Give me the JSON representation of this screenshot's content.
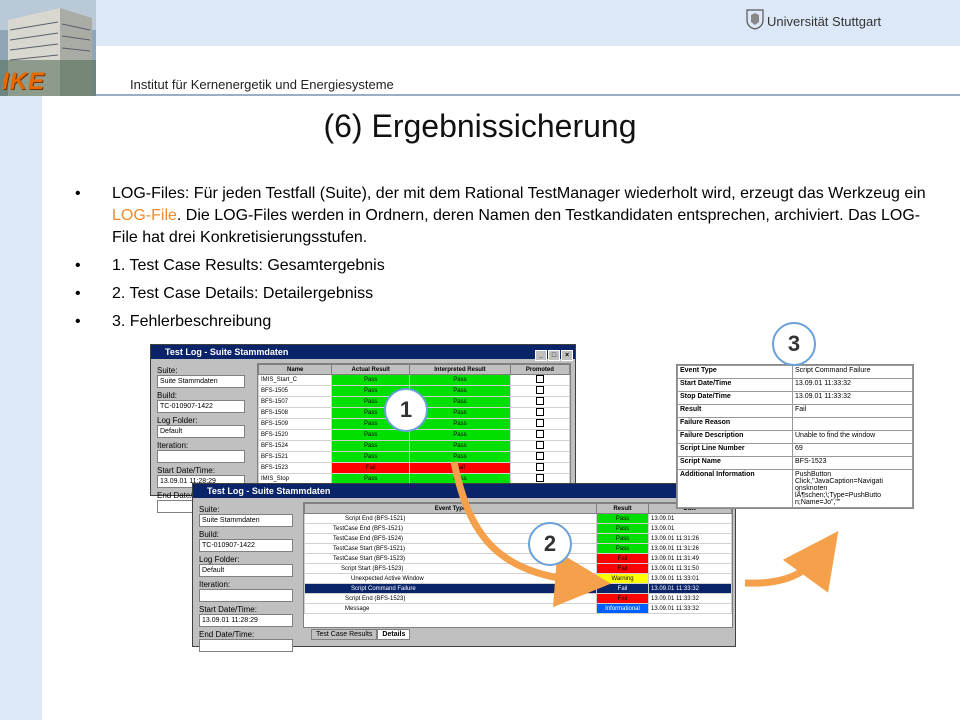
{
  "header": {
    "university": "Universität Stuttgart",
    "institute": "Institut für Kernenergetik und Energiesysteme",
    "logo": "IKE"
  },
  "title": "(6) Ergebnissicherung",
  "bullets": [
    {
      "parts": [
        "LOG-Files: Für jeden Testfall (Suite), der mit dem Rational TestManager wiederholt wird, erzeugt das Werkzeug ein ",
        "LOG-File",
        ". Die LOG-Files werden in Ordnern, deren Namen den Testkandidaten entsprechen, archiviert. Das LOG-File hat drei Konkretisierungsstufen."
      ]
    },
    {
      "text": "1. Test Case Results: Gesamtergebnis"
    },
    {
      "text": "2. Test Case Details: Detailergebniss"
    },
    {
      "text": "3. Fehlerbeschreibung"
    }
  ],
  "colors": {
    "accent": "#f08a2a",
    "band": "#dce8f8",
    "pass": "#00e000",
    "fail": "#ff0000",
    "warning": "#ffff00",
    "informational": "#0060ff",
    "arrow": "#f5a04a"
  },
  "window1": {
    "title": "Test Log - Suite Stammdaten",
    "side": [
      {
        "label": "Suite:",
        "value": "Suite Stammdaten"
      },
      {
        "label": "Build:",
        "value": "TC-010907-1422"
      },
      {
        "label": "Log Folder:",
        "value": "Default"
      },
      {
        "label": "Iteration:",
        "value": ""
      },
      {
        "label": "Start Date/Time:",
        "value": "13.09.01 11:28:29"
      },
      {
        "label": "End Date/Time:",
        "value": ""
      }
    ],
    "headers": [
      "Name",
      "Actual Result",
      "Interpreted Result",
      "Promoted"
    ],
    "rows": [
      {
        "name": "IMIS_Start_C",
        "actual": "Pass",
        "interp": "Pass",
        "status": "pass"
      },
      {
        "name": "BFS-1505",
        "actual": "Pass",
        "interp": "Pass",
        "status": "pass"
      },
      {
        "name": "BFS-1507",
        "actual": "Pass",
        "interp": "Pass",
        "status": "pass"
      },
      {
        "name": "BFS-1508",
        "actual": "Pass",
        "interp": "Pass",
        "status": "pass"
      },
      {
        "name": "BFS-1509",
        "actual": "Pass",
        "interp": "Pass",
        "status": "pass"
      },
      {
        "name": "BFS-1520",
        "actual": "Pass",
        "interp": "Pass",
        "status": "pass"
      },
      {
        "name": "BFS-1524",
        "actual": "Pass",
        "interp": "Pass",
        "status": "pass"
      },
      {
        "name": "BFS-1521",
        "actual": "Pass",
        "interp": "Pass",
        "status": "pass"
      },
      {
        "name": "BFS-1523",
        "actual": "Fail",
        "interp": "Fail",
        "status": "fail"
      },
      {
        "name": "IMIS_Stop",
        "actual": "Pass",
        "interp": "Pass",
        "status": "pass"
      }
    ]
  },
  "window2": {
    "title": "Test Log - Suite Stammdaten",
    "side": [
      {
        "label": "Suite:",
        "value": "Suite Stammdaten"
      },
      {
        "label": "Build:",
        "value": "TC-010907-1422"
      },
      {
        "label": "Log Folder:",
        "value": "Default"
      },
      {
        "label": "Iteration:",
        "value": ""
      },
      {
        "label": "Start Date/Time:",
        "value": "13.09.01 11:28:29"
      },
      {
        "label": "End Date/Time:",
        "value": ""
      }
    ],
    "headers": [
      "Event Type",
      "Result",
      "Date"
    ],
    "rows": [
      {
        "event": "Script End (BFS-1521)",
        "result": "Pass",
        "date": "13.09.01",
        "status": "pass",
        "indent": 40
      },
      {
        "event": "TestCase End (BFS-1521)",
        "result": "Pass",
        "date": "13.09.01",
        "status": "pass",
        "indent": 28
      },
      {
        "event": "TestCase End (BFS-1524)",
        "result": "Pass",
        "date": "13.09.01 11:31:26",
        "status": "pass",
        "indent": 28
      },
      {
        "event": "TestCase Start (BFS-1521)",
        "result": "Pass",
        "date": "13.09.01 11:31:26",
        "status": "pass",
        "indent": 28
      },
      {
        "event": "TestCase Start (BFS-1523)",
        "result": "Fail",
        "date": "13.09.01 11:31:49",
        "status": "fail",
        "indent": 28
      },
      {
        "event": "Script Start (BFS-1523)",
        "result": "Fail",
        "date": "13.09.01 11:31:50",
        "status": "fail",
        "indent": 36
      },
      {
        "event": "Unexpected Active Window",
        "result": "Warning",
        "date": "13.09.01 11:33:01",
        "status": "warn",
        "indent": 46
      },
      {
        "event": "Script Command Failure",
        "result": "Fail",
        "date": "13.09.01 11:33:32",
        "status": "fail",
        "indent": 46,
        "selected": true
      },
      {
        "event": "Script End (BFS-1523)",
        "result": "Fail",
        "date": "13.09.01 11:33:32",
        "status": "fail",
        "indent": 40
      },
      {
        "event": "Message",
        "result": "Informational",
        "date": "13.09.01 11:33:32",
        "status": "info",
        "indent": 40
      }
    ],
    "tabs": [
      "Test Case Results",
      "Details"
    ]
  },
  "details": [
    {
      "key": "Event Type",
      "value": "Script Command Failure"
    },
    {
      "key": "Start Date/Time",
      "value": "13.09.01 11:33:32"
    },
    {
      "key": "Stop Date/Time",
      "value": "13.09.01 11:33:32"
    },
    {
      "key": "Result",
      "value": "Fail"
    },
    {
      "key": "Failure Reason",
      "value": ""
    },
    {
      "key": "Failure Description",
      "value": "Unable to find the window"
    },
    {
      "key": "Script Line Number",
      "value": "69"
    },
    {
      "key": "Script Name",
      "value": "BFS-1523"
    },
    {
      "key": "Additional Information",
      "value": "PushButton Click,\"JavaCaption=Navigati onsknoten lÃ¶schen;\\;Type=PushButto n;Name=Jo\",\"\""
    }
  ],
  "badges": [
    "1",
    "2",
    "3"
  ]
}
